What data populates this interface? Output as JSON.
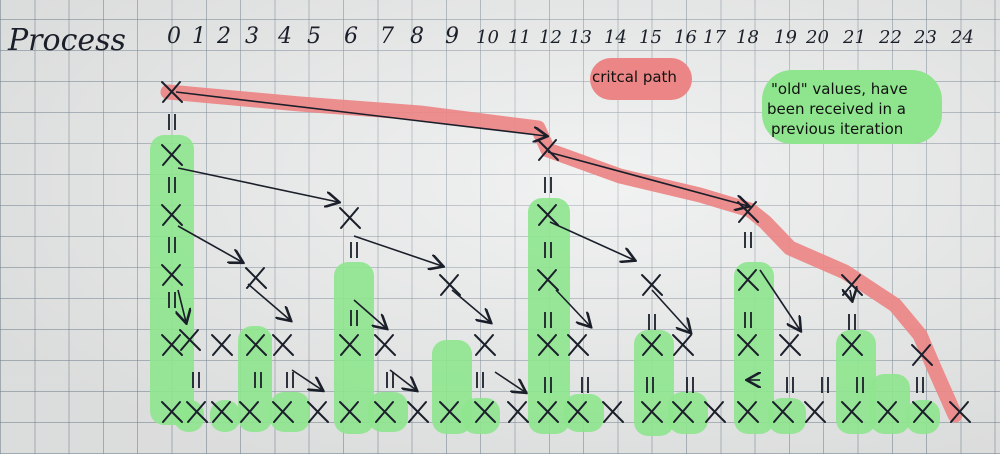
{
  "header": {
    "title": "Process",
    "process_numbers": [
      "0",
      "1",
      "2",
      "3",
      "4",
      "5",
      "6",
      "7",
      "8",
      "9",
      "10",
      "11",
      "12",
      "13",
      "14",
      "15",
      "16",
      "17",
      "18",
      "19",
      "20",
      "21",
      "22",
      "23",
      "24"
    ]
  },
  "legend": {
    "critical": {
      "label": "critcal path",
      "color": "#ec8585"
    },
    "old_values": {
      "lines": [
        "\"old\" values, have",
        "been received in a",
        "previous iteration"
      ],
      "color": "#8ee58e"
    }
  },
  "colors": {
    "ink": "#1a1f2a",
    "critical": "#ec8585",
    "old": "#8ee58e"
  }
}
